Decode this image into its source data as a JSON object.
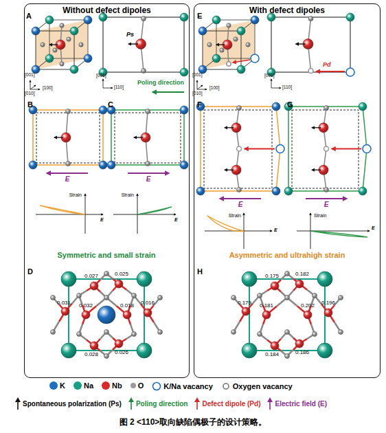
{
  "diagram": {
    "caption": "图 2 <110>取向缺陷偶极子的设计策略。",
    "nodes": [
      {
        "text": [
          "Without defect dipoles"
        ]
      },
      {
        "text": [
          "With defect dipoles"
        ]
      }
    ],
    "labels": [
      "A",
      "[001]",
      "[010]",
      "[100]",
      "Ps",
      "[001]",
      "[110]",
      "Poling direction",
      "B",
      "E",
      "C",
      "E",
      "Strain",
      "E",
      "Strain",
      "E",
      "Symmetric and small strain",
      "D",
      "0.027",
      "0.025",
      "0.031",
      "0.032",
      "0.018",
      "0.016",
      "0.026",
      "0.028",
      "E",
      "[001]",
      "[010]",
      "[100]",
      "[001]",
      "[110]",
      "Pd",
      "F",
      "E",
      "G",
      "E",
      "Strain",
      "E",
      "Strain",
      "E",
      "Asymmetric and ultrahigh strain",
      "H",
      "0.175",
      "0.182",
      "0.179",
      "0.181",
      "0.202",
      "0.196",
      "0.186",
      "0.184"
    ],
    "legend": [
      {
        "text": "K",
        "color": "#1f6fc0"
      },
      {
        "text": "Na",
        "color": "#17a085"
      },
      {
        "text": "Nb",
        "color": "#d62a2a"
      },
      {
        "text": "O",
        "color": "#9a9a9a"
      },
      {
        "text": "K/Na vacancy"
      },
      {
        "text": "Oxygen vacancy"
      },
      {
        "text": "Spontaneous polarization (Ps)"
      },
      {
        "text": "Poling direction"
      },
      {
        "text": "Defect dipole (Pd)"
      },
      {
        "text": "Electric field (E)"
      }
    ]
  }
}
